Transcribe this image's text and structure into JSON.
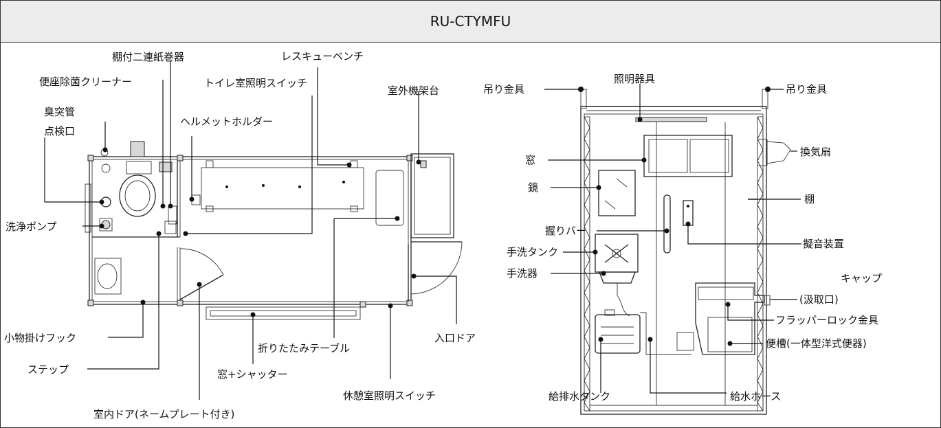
{
  "title": "RU-CTYMFU",
  "plan_labels": {
    "tana_paper": "棚付二連紙巻器",
    "rescue_bench": "レスキューベンチ",
    "seat_cleaner": "便座除菌クリーナー",
    "toilet_light_switch": "トイレ室照明スイッチ",
    "outdoor_unit_stand": "室外機架台",
    "odor_pipe": "臭突管",
    "inspection_port": "点検口",
    "helmet_holder": "ヘルメットホルダー",
    "flush_pump": "洗浄ポンプ",
    "hook": "小物掛けフック",
    "step": "ステップ",
    "inner_door": "室内ドア(ネームプレート付き)",
    "folding_table": "折りたたみテーブル",
    "window_shutter": "窓+シャッター",
    "rest_light_switch": "休憩室照明スイッチ",
    "entrance_door": "入口ドア"
  },
  "elev_labels": {
    "hook_left": "吊り金具",
    "lighting": "照明器具",
    "hook_right": "吊り金具",
    "fan": "換気扇",
    "window": "窓",
    "mirror": "鏡",
    "shelf": "棚",
    "grab_bar": "握りバー",
    "sound_device": "擬音装置",
    "wash_tank": "手洗タンク",
    "wash_basin": "手洗器",
    "cap": "キャップ",
    "cap_sub": "(汲取口)",
    "flapper": "フラッパーロック金具",
    "tank_toilet": "便槽(一体型洋式便器)",
    "water_tank": "給排水タンク",
    "water_hose": "給水ホース"
  }
}
